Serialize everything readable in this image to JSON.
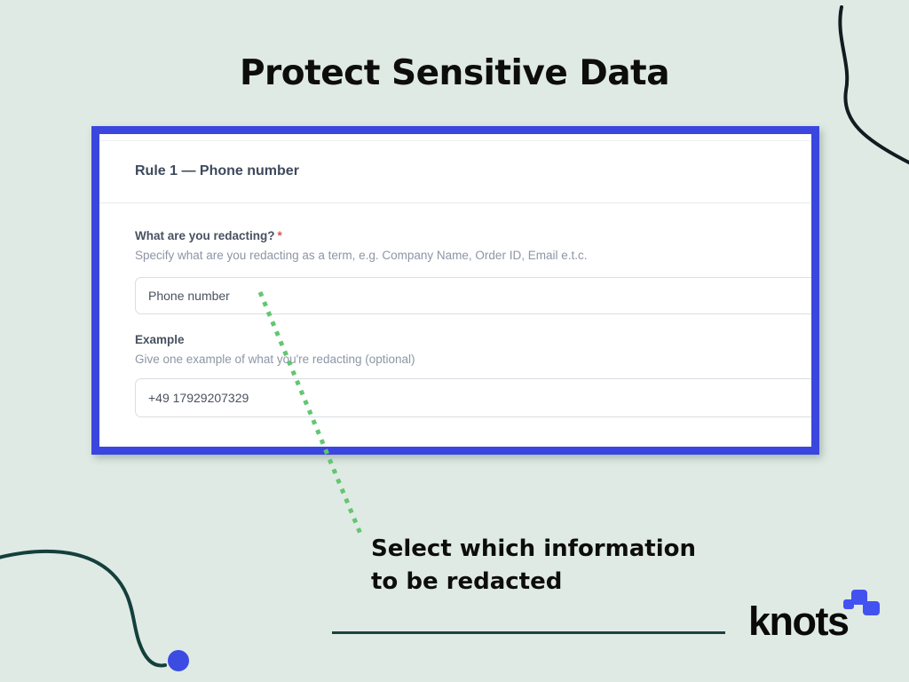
{
  "title": "Protect Sensitive Data",
  "card": {
    "heading": "Rule 1 — Phone number",
    "question": {
      "label": "What are you redacting?",
      "required_marker": "*",
      "helper": "Specify what are you redacting as a term, e.g. Company Name, Order ID, Email e.t.c.",
      "value": "Phone number"
    },
    "example": {
      "label": "Example",
      "helper": "Give one example of what you're redacting (optional)",
      "value": "+49 17929207329"
    }
  },
  "annotation": {
    "line1": "Select which information",
    "line2": "to be redacted"
  },
  "brand": {
    "wordmark": "knots"
  },
  "icons": {
    "logo_mark": "knots-squares-icon"
  },
  "colors": {
    "background": "#e0eae4",
    "frame_blue": "#3a46de",
    "accent_green": "#63c671",
    "teal_line": "#1a4243",
    "logo_blue": "#4252f0",
    "dot_blue": "#3c4ce2",
    "required_red": "#e0524e"
  }
}
